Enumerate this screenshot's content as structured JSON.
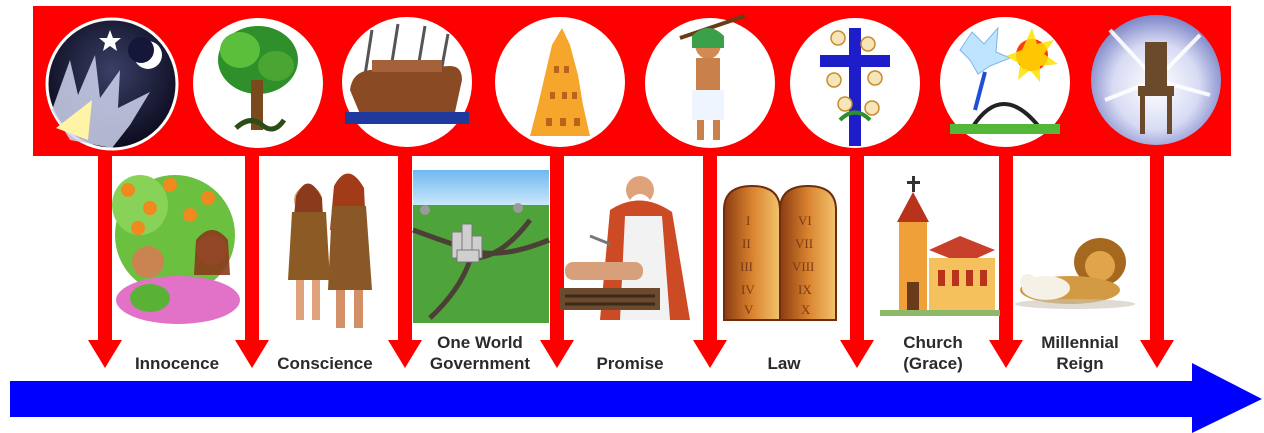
{
  "colors": {
    "banner": "#ff0000",
    "arrows": "#ff0000",
    "timeline": "#0000ff",
    "circle_fill": "#ffffff",
    "label_text": "#2b2b2b"
  },
  "eras": [
    {
      "label": "Innocence",
      "icon": "night-sky-moon-icon",
      "scene": "adam-and-eve-in-garden"
    },
    {
      "label": "Conscience",
      "icon": "tree-with-serpent-icon",
      "scene": "adam-and-eve-expelled"
    },
    {
      "label": "One World\nGovernment",
      "icon": "noahs-ark-in-rain-icon",
      "scene": "city-with-roads"
    },
    {
      "label": "Promise",
      "icon": "tower-of-babel-icon",
      "scene": "abraham-sacrificing-isaac"
    },
    {
      "label": "Law",
      "icon": "egyptian-taskmaster-icon",
      "scene": "ten-commandments-tablets"
    },
    {
      "label": "Church\n(Grace)",
      "icon": "cross-with-lilies-icon",
      "scene": "church-building"
    },
    {
      "label": "Millennial\nReign",
      "icon": "rainbow-bridge-burst-icon",
      "scene": "lion-and-lamb"
    },
    {
      "label": "",
      "icon": "radiant-throne-icon",
      "scene": ""
    }
  ]
}
